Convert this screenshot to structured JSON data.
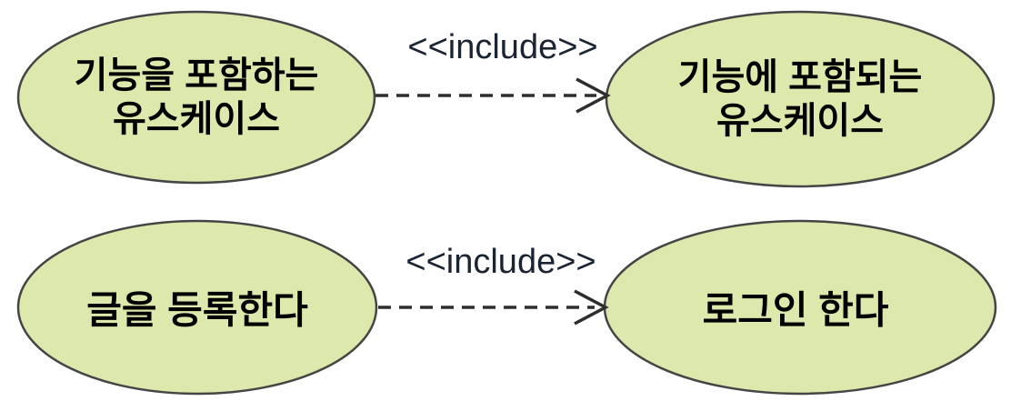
{
  "diagram": {
    "type": "uml-use-case-include-diagram",
    "background_color": "#ffffff",
    "ellipse_fill": "#dde8ac",
    "ellipse_stroke": "#454545",
    "arrow_color": "#2e2e2e",
    "label_color": "#1b2433",
    "text_color": "#000000",
    "use_cases": [
      {
        "id": "including-use-case",
        "lines": [
          "기능을 포함하는",
          "유스케이스"
        ]
      },
      {
        "id": "included-use-case",
        "lines": [
          "기능에 포함되는",
          "유스케이스"
        ]
      },
      {
        "id": "register-post",
        "lines": [
          "글을 등록한다"
        ]
      },
      {
        "id": "login",
        "lines": [
          "로그인 한다"
        ]
      }
    ],
    "relationships": [
      {
        "from": "including-use-case",
        "to": "included-use-case",
        "label": "<<include>>"
      },
      {
        "from": "register-post",
        "to": "login",
        "label": "<<include>>"
      }
    ]
  }
}
